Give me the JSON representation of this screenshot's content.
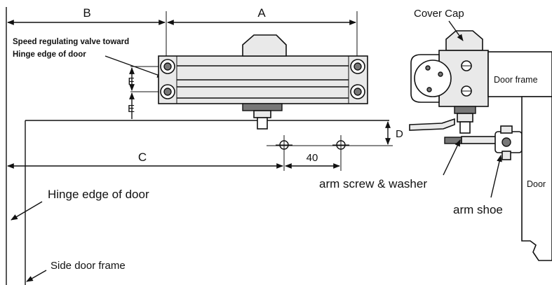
{
  "labels": {
    "dim_a": "A",
    "dim_b": "B",
    "dim_c": "C",
    "dim_d": "D",
    "dim_e": "E",
    "dim_f": "F",
    "dim_40": "40",
    "speed_valve_line1": "Speed regulating valve toward",
    "speed_valve_line2": "Hinge edge of door",
    "cover_cap": "Cover Cap",
    "door_frame": "Door frame",
    "door": "Door",
    "arm_screw_washer": "arm screw & washer",
    "arm_shoe": "arm shoe",
    "hinge_edge": "Hinge edge of door",
    "side_door_frame": "Side door frame"
  }
}
